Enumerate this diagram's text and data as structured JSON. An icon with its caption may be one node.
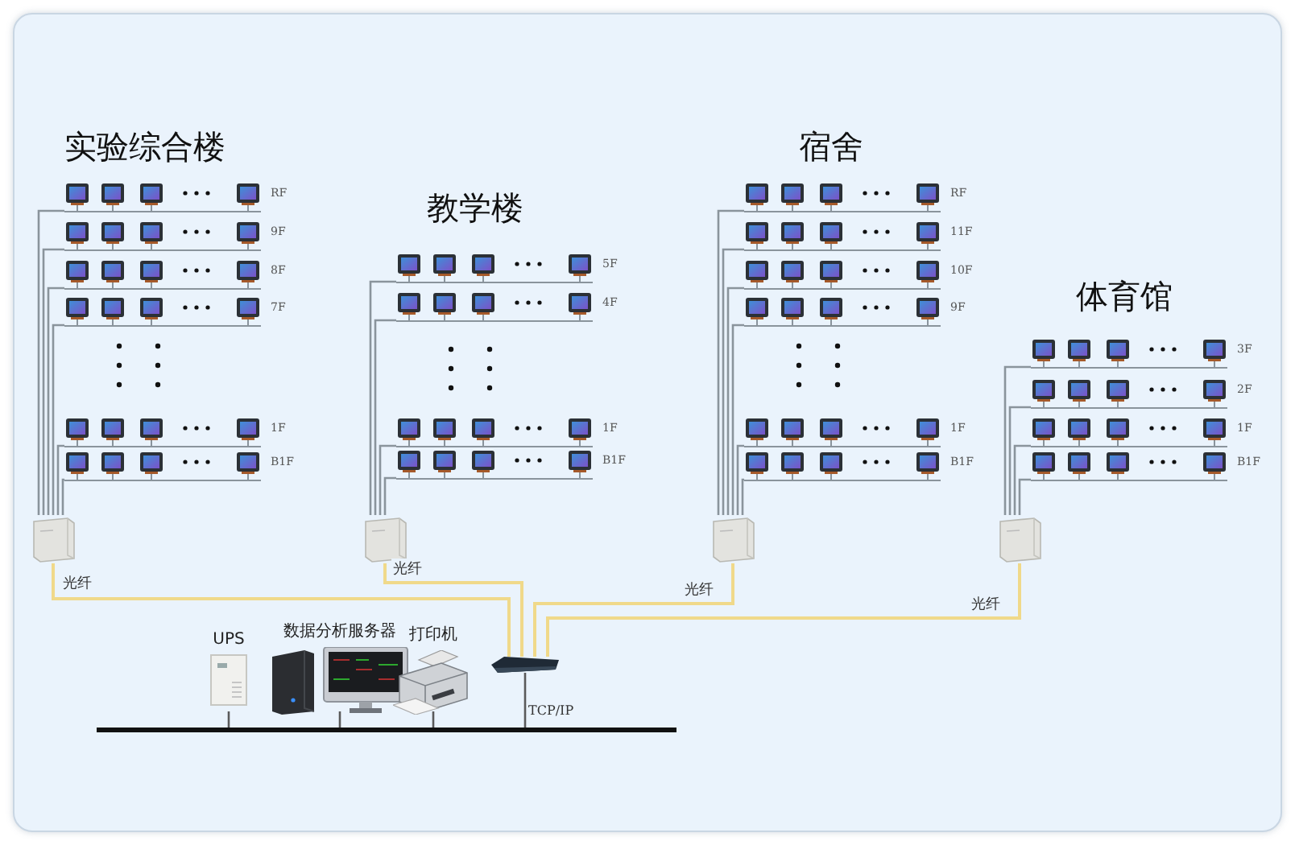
{
  "diagram": {
    "nodes": [
      {
        "text": [],
        "shape": "bar",
        "beside": [
          "RF"
        ]
      },
      {
        "text": [],
        "shape": "bar",
        "beside": [
          "9F"
        ]
      },
      {
        "text": [],
        "shape": "bar",
        "beside": [
          "8F"
        ]
      },
      {
        "text": [],
        "shape": "bar",
        "beside": [
          "7F"
        ]
      },
      {
        "text": [],
        "shape": "bar",
        "beside": [
          "1F"
        ]
      },
      {
        "text": [],
        "shape": "bar",
        "beside": [
          "B1F"
        ]
      },
      {
        "text": [],
        "shape": "picture"
      },
      {
        "text": [],
        "shape": "bar",
        "beside": [
          "5F"
        ]
      },
      {
        "text": [],
        "shape": "bar",
        "beside": [
          "4F"
        ]
      },
      {
        "text": [],
        "shape": "bar",
        "beside": [
          "1F"
        ]
      },
      {
        "text": [],
        "shape": "bar",
        "beside": [
          "B1F"
        ]
      },
      {
        "text": [],
        "shape": "picture"
      },
      {
        "text": [],
        "shape": "bar",
        "beside": [
          "RF"
        ]
      },
      {
        "text": [],
        "shape": "bar",
        "beside": [
          "11F"
        ]
      },
      {
        "text": [],
        "shape": "bar",
        "beside": [
          "10F"
        ]
      },
      {
        "text": [],
        "shape": "bar",
        "beside": [
          "9F"
        ]
      },
      {
        "text": [],
        "shape": "bar",
        "beside": [
          "1F"
        ]
      },
      {
        "text": [],
        "shape": "bar",
        "beside": [
          "B1F"
        ]
      },
      {
        "text": [],
        "shape": "picture"
      },
      {
        "text": [],
        "shape": "bar",
        "beside": [
          "3F"
        ]
      },
      {
        "text": [],
        "shape": "bar",
        "beside": [
          "2F"
        ]
      },
      {
        "text": [],
        "shape": "bar",
        "beside": [
          "1F"
        ]
      },
      {
        "text": [],
        "shape": "bar",
        "beside": [
          "B1F"
        ]
      },
      {
        "text": [],
        "shape": "picture"
      },
      {
        "text": [
          "UPS"
        ]
      },
      {
        "text": [
          "数据分析服务器"
        ]
      },
      {
        "text": [
          "打印机"
        ]
      },
      {
        "text": [],
        "shape": "picture"
      },
      {
        "text": [],
        "shape": "bar",
        "beside": [
          "TCP/IP"
        ]
      }
    ],
    "edges": [
      {
        "from": 0,
        "to": 6,
        "arrow": "none"
      },
      {
        "from": 1,
        "to": 6,
        "arrow": "none"
      },
      {
        "from": 2,
        "to": 6,
        "arrow": "none"
      },
      {
        "from": 3,
        "to": 6,
        "arrow": "none"
      },
      {
        "from": 4,
        "to": 6,
        "arrow": "none"
      },
      {
        "from": 5,
        "to": 6,
        "arrow": "none"
      },
      {
        "from": 7,
        "to": 11,
        "arrow": "none"
      },
      {
        "from": 8,
        "to": 11,
        "arrow": "none"
      },
      {
        "from": 9,
        "to": 11,
        "arrow": "none"
      },
      {
        "from": 10,
        "to": 11,
        "arrow": "none"
      },
      {
        "from": 12,
        "to": 18,
        "arrow": "none"
      },
      {
        "from": 13,
        "to": 18,
        "arrow": "none"
      },
      {
        "from": 14,
        "to": 18,
        "arrow": "none"
      },
      {
        "from": 15,
        "to": 18,
        "arrow": "none"
      },
      {
        "from": 16,
        "to": 18,
        "arrow": "none"
      },
      {
        "from": 17,
        "to": 18,
        "arrow": "none"
      },
      {
        "from": 19,
        "to": 23,
        "arrow": "none"
      },
      {
        "from": 20,
        "to": 23,
        "arrow": "none"
      },
      {
        "from": 21,
        "to": 23,
        "arrow": "none"
      },
      {
        "from": 22,
        "to": 23,
        "arrow": "none"
      },
      {
        "from": 6,
        "to": 27,
        "arrow": "none",
        "label": "光纤",
        "color": "#f0d98a"
      },
      {
        "from": 11,
        "to": 27,
        "arrow": "none",
        "label": "光纤",
        "color": "#f0d98a"
      },
      {
        "from": 18,
        "to": 27,
        "arrow": "none",
        "label": "光纤",
        "color": "#f0d98a"
      },
      {
        "from": 23,
        "to": 27,
        "arrow": "none",
        "label": "光纤",
        "color": "#f0d98a"
      },
      {
        "from": 24,
        "to": 28,
        "arrow": "none",
        "color": "#5a5a5a"
      },
      {
        "from": 25,
        "to": 28,
        "arrow": "none",
        "color": "#5a5a5a"
      },
      {
        "from": 26,
        "to": 28,
        "arrow": "none",
        "color": "#5a5a5a"
      },
      {
        "from": 27,
        "to": 28,
        "arrow": "none",
        "color": "#5a5a5a"
      }
    ],
    "labels": [
      "实验综合楼",
      "教学楼",
      "宿舍",
      "体育馆"
    ]
  }
}
